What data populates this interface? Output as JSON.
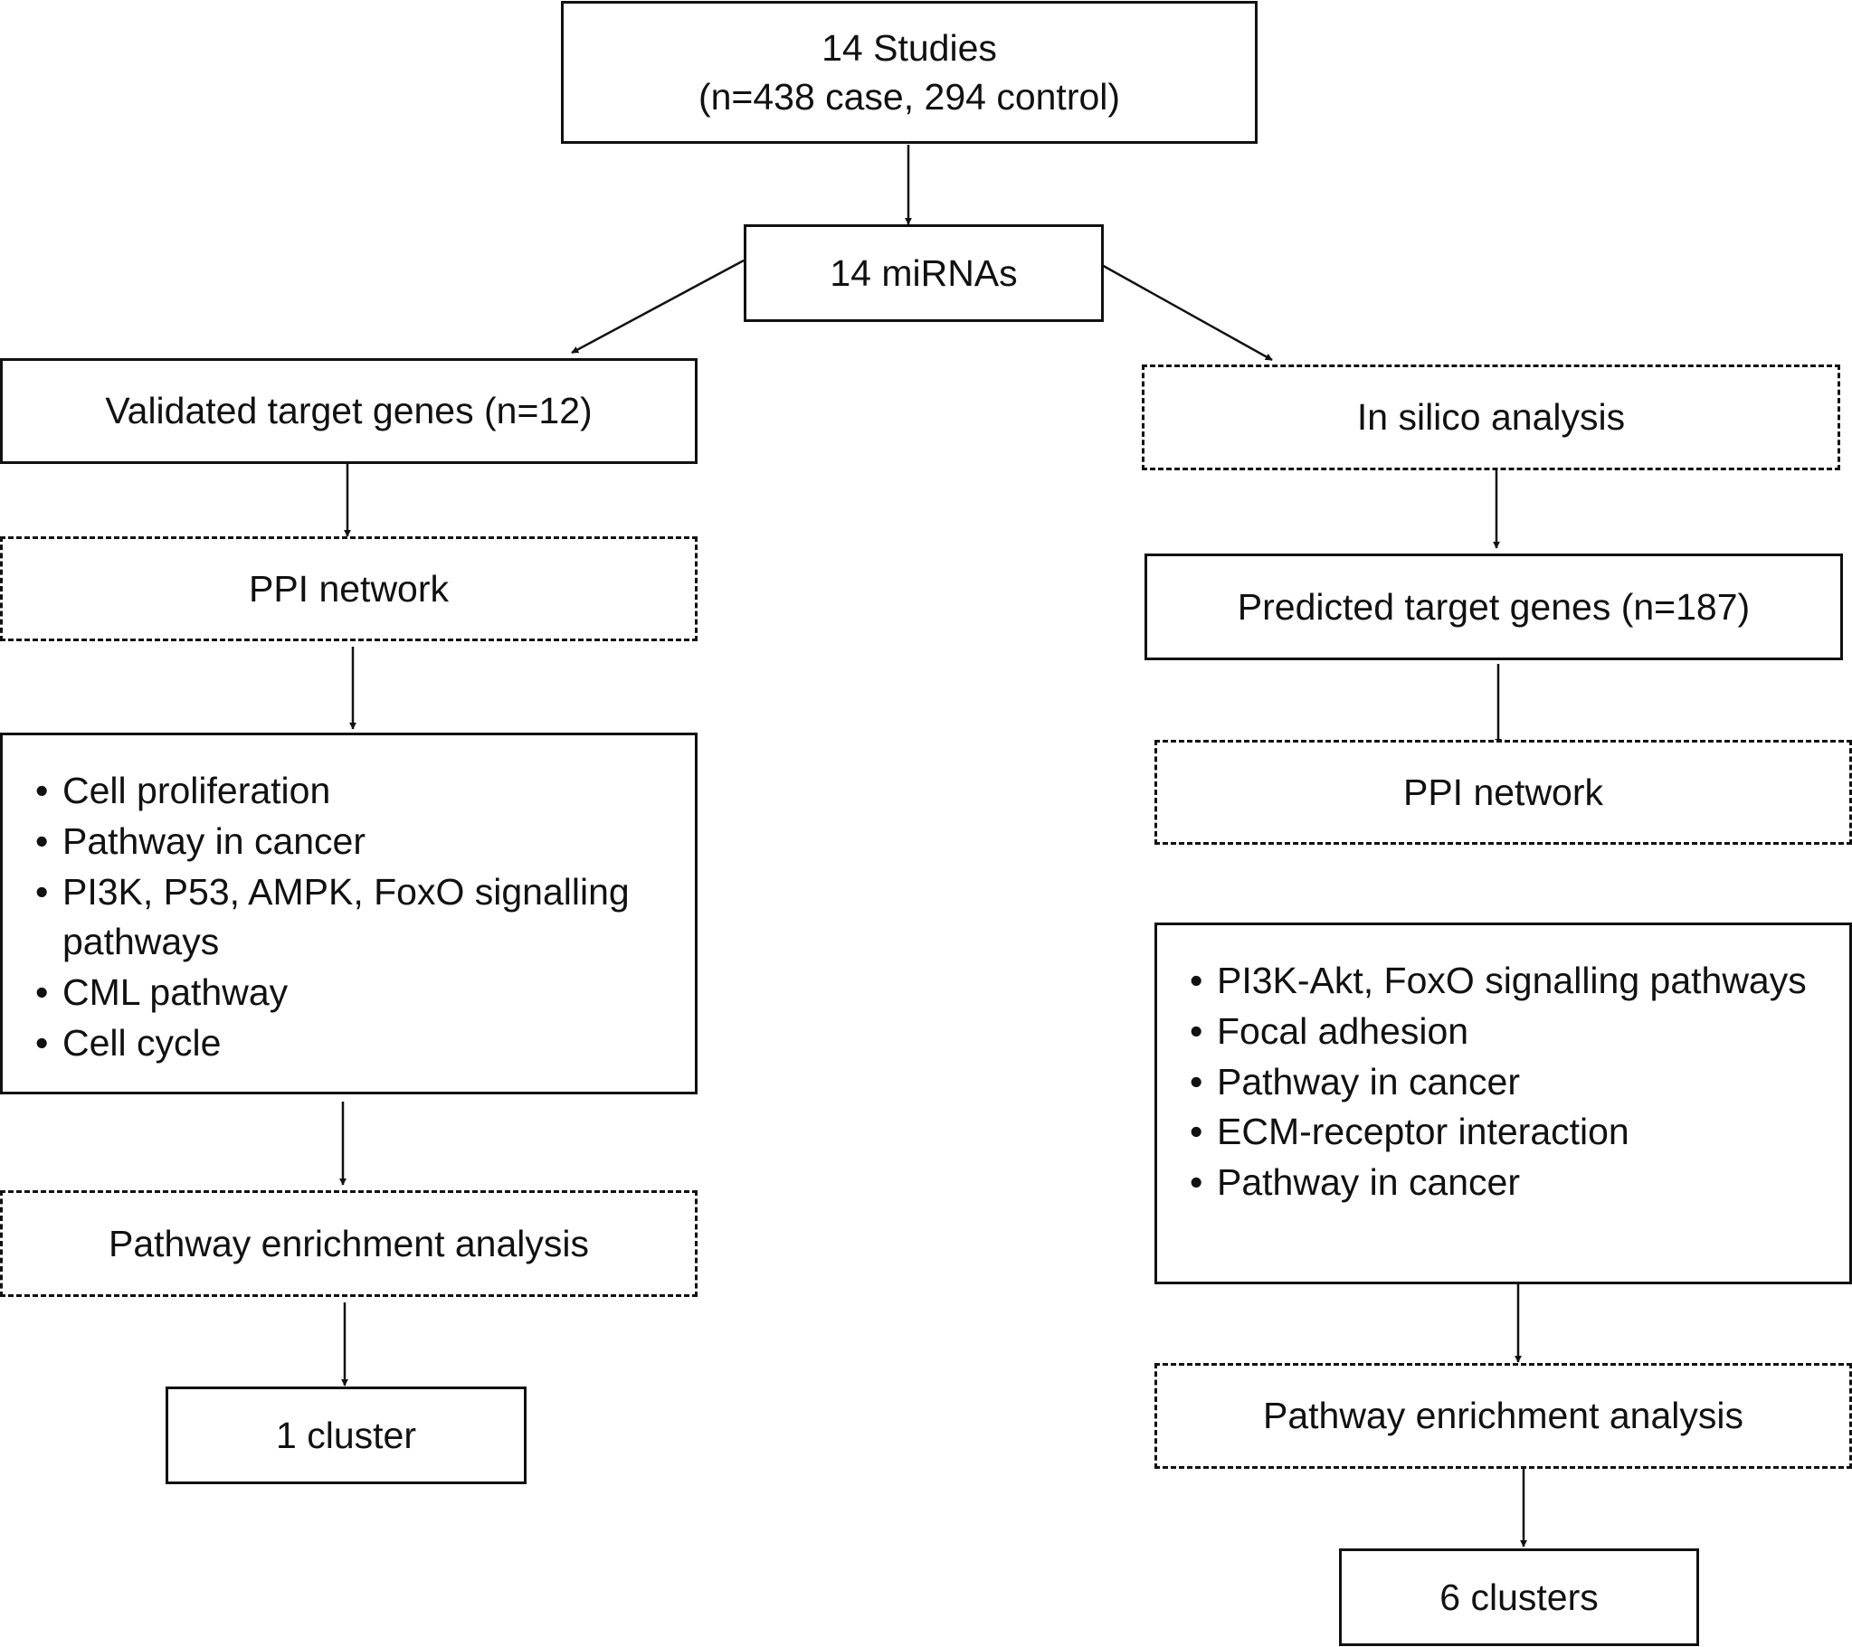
{
  "top": {
    "title": "14 Studies",
    "subtitle": "(n=438 case, 294 control)"
  },
  "mirnas": "14 miRNAs",
  "left": {
    "validated": "Validated target genes (n=12)",
    "ppi": "PPI network",
    "items": [
      "Cell proliferation",
      "Pathway in cancer",
      "PI3K, P53, AMPK, FoxO signalling pathways",
      "CML pathway",
      "Cell cycle"
    ],
    "enrichment": "Pathway enrichment analysis",
    "result": "1 cluster"
  },
  "right": {
    "insilico": "In silico analysis",
    "predicted": "Predicted target genes (n=187)",
    "ppi": "PPI network",
    "items": [
      "PI3K-Akt, FoxO signalling pathways",
      "Focal adhesion",
      "Pathway in cancer",
      "ECM-receptor interaction",
      "Pathway in cancer"
    ],
    "enrichment": "Pathway enrichment analysis",
    "result": "6 clusters"
  }
}
